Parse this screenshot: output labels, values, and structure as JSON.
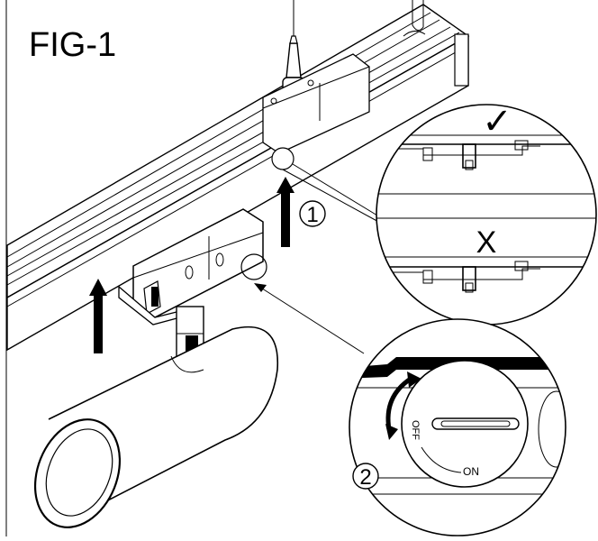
{
  "figure": {
    "title": "FIG-1",
    "step1": "1",
    "step2": "2",
    "correct_mark": "✓",
    "wrong_mark": "X",
    "switch_off_label": "OFF",
    "switch_on_label": "ON"
  },
  "colors": {
    "line": "#000000",
    "background": "#ffffff",
    "fill_dark": "#000000"
  },
  "icons": [
    "checkmark-icon",
    "x-mark-icon",
    "up-arrow-icon",
    "curved-arrow-icon"
  ]
}
